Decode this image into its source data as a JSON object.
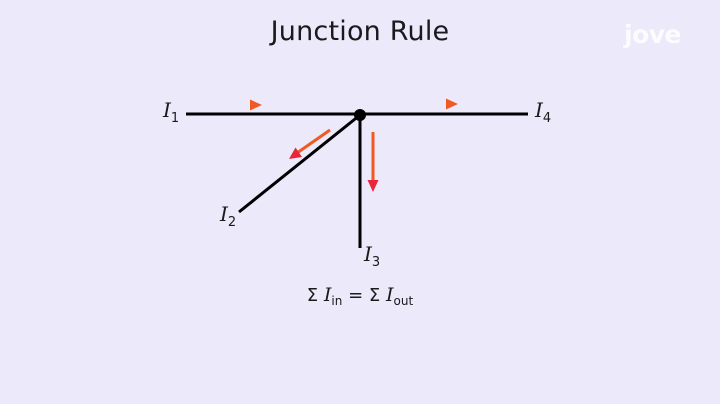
{
  "title": "Junction Rule",
  "logo": "jove",
  "labels": {
    "i1": {
      "sym": "I",
      "sub": "1"
    },
    "i2": {
      "sym": "I",
      "sub": "2"
    },
    "i3": {
      "sym": "I",
      "sub": "3"
    },
    "i4": {
      "sym": "I",
      "sub": "4"
    }
  },
  "formula": {
    "sigma_left": "Σ",
    "sym_left": "I",
    "sub_left": "in",
    "equals": "=",
    "sigma_right": "Σ",
    "sym_right": "I",
    "sub_right": "out"
  },
  "colors": {
    "background": "#ece9fb",
    "wire": "#000000",
    "arrow_red": "#e8253a",
    "arrow_orange": "#f05a22"
  }
}
